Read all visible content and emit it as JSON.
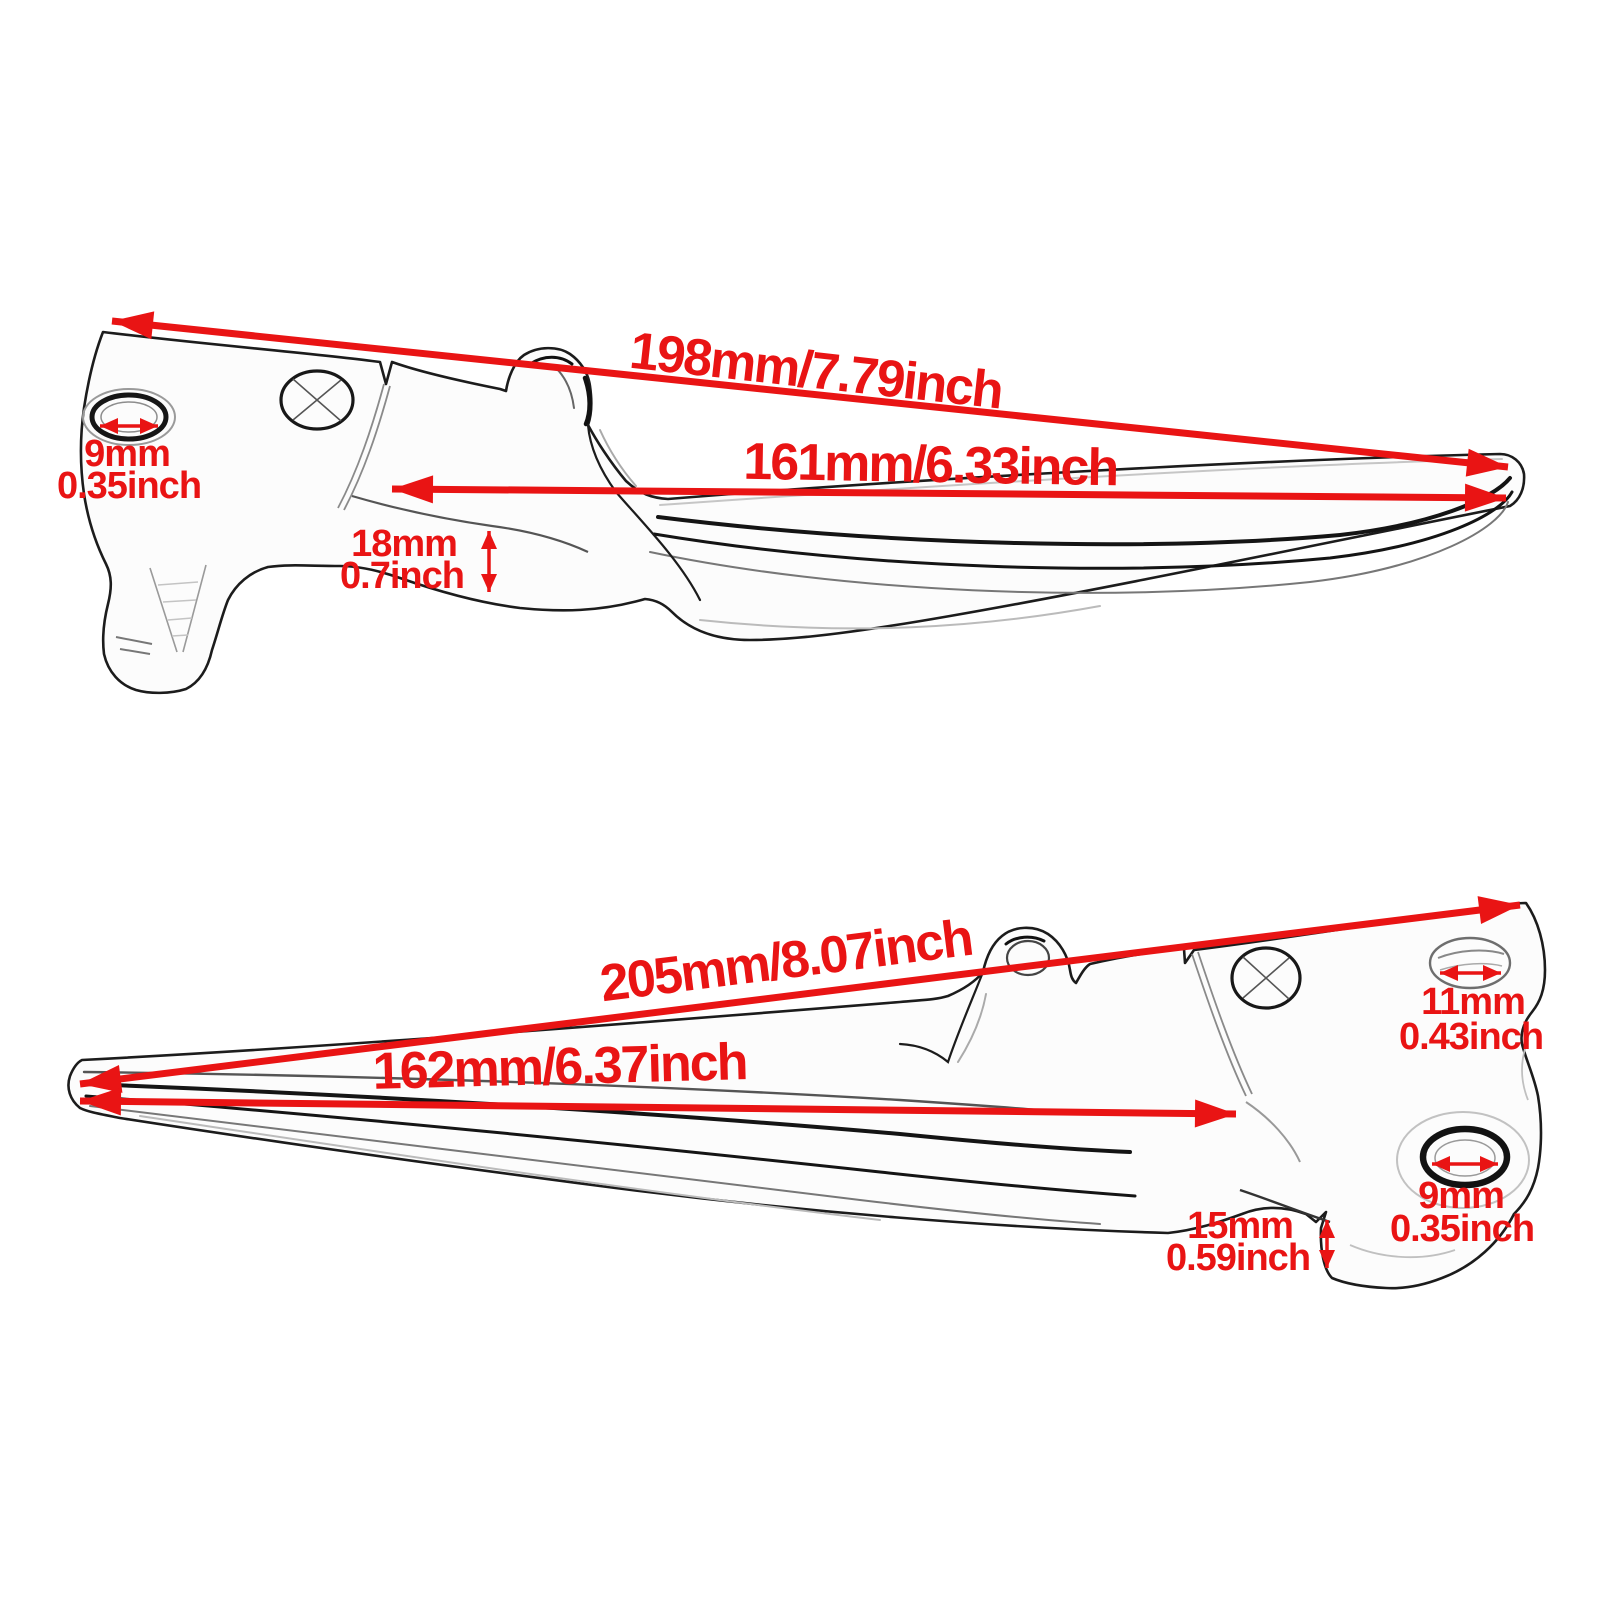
{
  "background": "#ffffff",
  "annotation_color": "#e91414",
  "sketch_ink": "#1c1c1c",
  "top_lever": {
    "overall_length": "198mm/7.79inch",
    "blade_length": "161mm/6.33inch",
    "mount_hole": {
      "mm": "9mm",
      "inch": "0.35inch"
    },
    "lever_width": {
      "mm": "18mm",
      "inch": "0.7inch"
    }
  },
  "bottom_lever": {
    "overall_length": "205mm/8.07inch",
    "blade_length": "162mm/6.37inch",
    "adjuster_hole": {
      "mm": "11mm",
      "inch": "0.43inch"
    },
    "mount_hole": {
      "mm": "9mm",
      "inch": "0.35inch"
    },
    "boss_height": {
      "mm": "15mm",
      "inch": "0.59inch"
    }
  }
}
